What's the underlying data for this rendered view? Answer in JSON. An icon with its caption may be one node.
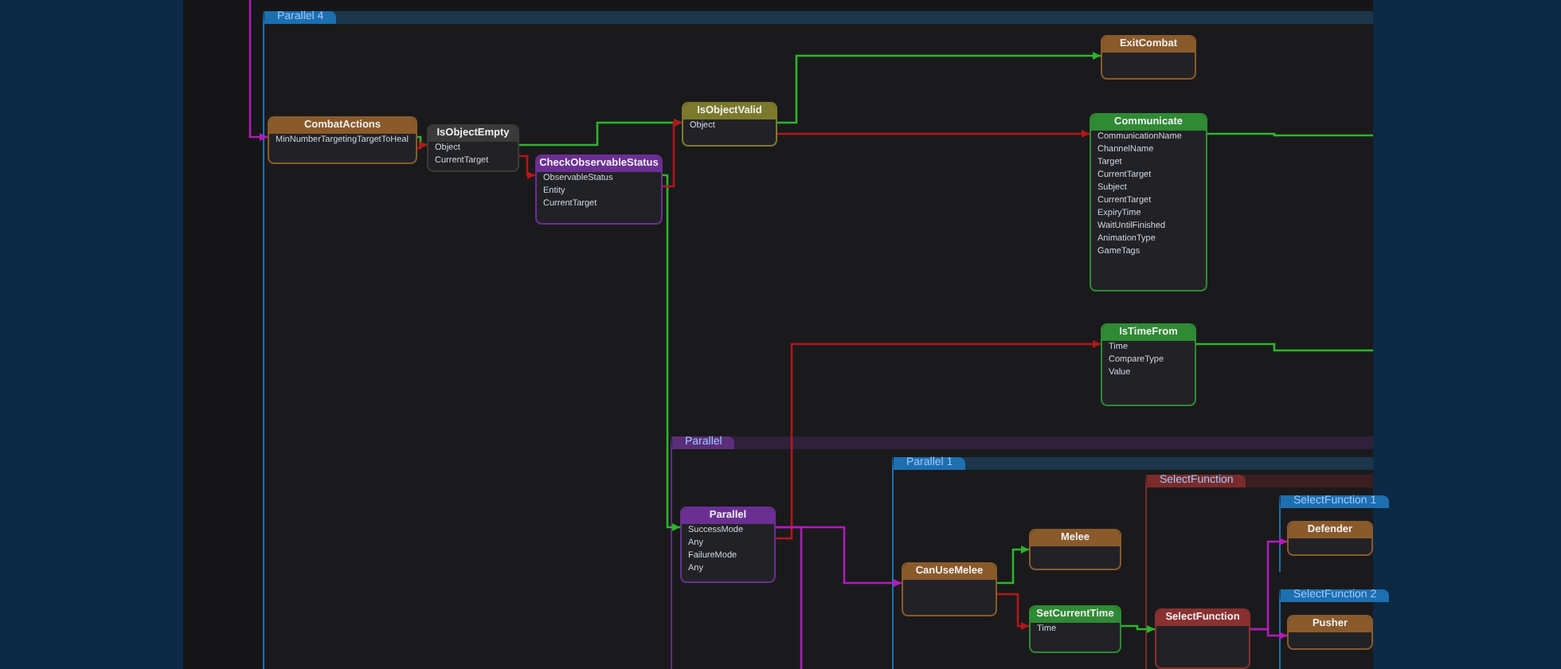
{
  "diagram": {
    "nodes": [
      {
        "text": [
          "Parallel 4"
        ]
      },
      {
        "text": [
          "CombatActions",
          "MinNumberTargetingTargetToHeal"
        ],
        "in": 0
      },
      {
        "text": [
          "IsObjectEmpty",
          "Object",
          "CurrentTarget"
        ],
        "in": 0
      },
      {
        "text": [
          "CheckObservableStatus",
          "ObservableStatus",
          "Entity",
          "CurrentTarget"
        ],
        "in": 0
      },
      {
        "text": [
          "IsObjectValid",
          "Object"
        ],
        "in": 0
      },
      {
        "text": [
          "ExitCombat"
        ],
        "in": 0
      },
      {
        "text": [
          "Communicate",
          "CommunicationName",
          "ChannelName",
          "Target",
          "CurrentTarget",
          "Subject",
          "CurrentTarget",
          "ExpiryTime",
          "WaitUntilFinished",
          "AnimationType",
          "GameTags"
        ],
        "in": 0
      },
      {
        "text": [
          "IsTimeFrom",
          "Time",
          "CompareType",
          "Value"
        ],
        "in": 0
      },
      {
        "text": [
          "Parallel"
        ],
        "in": 0
      },
      {
        "text": [
          "Parallel",
          "SuccessMode",
          "Any",
          "FailureMode",
          "Any"
        ],
        "in": 8
      },
      {
        "text": [
          "Parallel 1"
        ],
        "in": 8
      },
      {
        "text": [
          "CanUseMelee"
        ],
        "in": 10
      },
      {
        "text": [
          "Melee"
        ],
        "in": 10
      },
      {
        "text": [
          "SetCurrentTime",
          "Time"
        ],
        "in": 10
      },
      {
        "text": [
          "SelectFunction"
        ],
        "in": 10
      },
      {
        "text": [
          "SelectFunction"
        ],
        "in": 14
      },
      {
        "text": [
          "SelectFunction 1"
        ],
        "in": 14
      },
      {
        "text": [
          "Defender"
        ],
        "in": 16
      },
      {
        "text": [
          "SelectFunction 2"
        ],
        "in": 14
      },
      {
        "text": [
          "Pusher"
        ],
        "in": 18
      }
    ],
    "edges": [
      {
        "from": null,
        "to": 1,
        "arrow": "to",
        "color": "#b01cb8"
      },
      {
        "from": 1,
        "to": 2,
        "arrow": "to"
      },
      {
        "from": 1,
        "to": 2,
        "arrow": "to",
        "color": "#b3161b"
      },
      {
        "from": 2,
        "to": 4,
        "arrow": "to"
      },
      {
        "from": 2,
        "to": 3,
        "arrow": "to",
        "color": "#b3161b"
      },
      {
        "from": 3,
        "to": 9,
        "arrow": "to"
      },
      {
        "from": 3,
        "to": 4,
        "arrow": "to",
        "color": "#b3161b"
      },
      {
        "from": 4,
        "to": 5,
        "arrow": "to"
      },
      {
        "from": 4,
        "to": 6,
        "arrow": "to",
        "color": "#b3161b"
      },
      {
        "from": 6,
        "to": null,
        "arrow": "none"
      },
      {
        "from": 9,
        "to": 7,
        "arrow": "to",
        "color": "#b3161b"
      },
      {
        "from": 7,
        "to": null,
        "arrow": "none"
      },
      {
        "from": 9,
        "to": 11,
        "arrow": "to",
        "color": "#b01cb8"
      },
      {
        "from": 9,
        "to": null,
        "arrow": "none",
        "color": "#b01cb8"
      },
      {
        "from": 11,
        "to": 12,
        "arrow": "to"
      },
      {
        "from": 11,
        "to": 13,
        "arrow": "to",
        "color": "#b3161b"
      },
      {
        "from": 13,
        "to": 15,
        "arrow": "to"
      },
      {
        "from": 15,
        "to": 17,
        "arrow": "to",
        "color": "#b01cb8"
      },
      {
        "from": 15,
        "to": 19,
        "arrow": "to",
        "color": "#b01cb8"
      }
    ]
  }
}
